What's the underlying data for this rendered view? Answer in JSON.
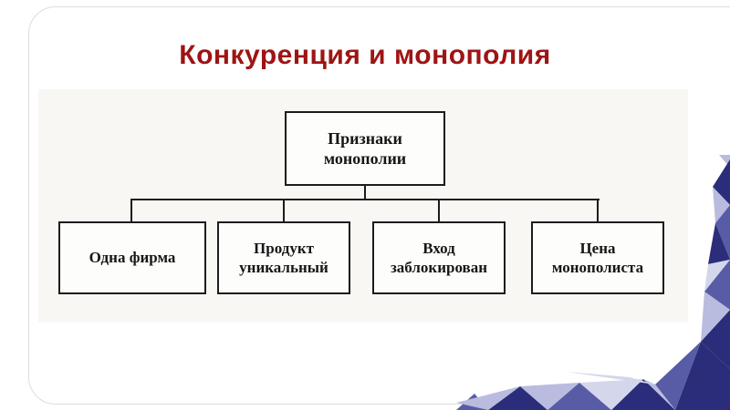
{
  "slide": {
    "title": "Конкуренция и монополия"
  },
  "diagram": {
    "root": {
      "label": "Признаки монополии"
    },
    "children": [
      {
        "label": "Одна фирма"
      },
      {
        "label": "Продукт уникальный"
      },
      {
        "label": "Вход заблокирован"
      },
      {
        "label": "Цена монополиста"
      }
    ]
  },
  "colors": {
    "title_text": "#9e1414",
    "box_border": "#1c1c1c",
    "decor_dark": "#2b2d7a",
    "decor_medium": "#585ca6",
    "decor_light": "#b9bcdf",
    "decor_pale": "#d4d6ec"
  }
}
